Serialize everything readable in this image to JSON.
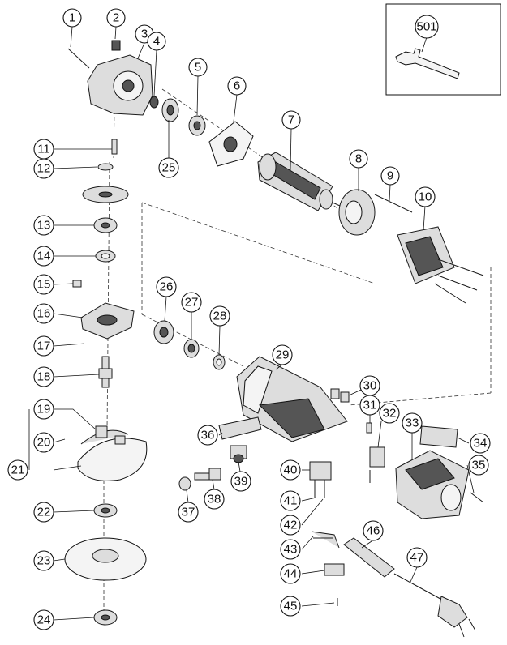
{
  "labels": [
    {
      "id": "1",
      "text": "1"
    },
    {
      "id": "2",
      "text": "2"
    },
    {
      "id": "3",
      "text": "3"
    },
    {
      "id": "4",
      "text": "4"
    },
    {
      "id": "5",
      "text": "5"
    },
    {
      "id": "6",
      "text": "6"
    },
    {
      "id": "7",
      "text": "7"
    },
    {
      "id": "8",
      "text": "8"
    },
    {
      "id": "9",
      "text": "9"
    },
    {
      "id": "10",
      "text": "10"
    },
    {
      "id": "11",
      "text": "11"
    },
    {
      "id": "12",
      "text": "12"
    },
    {
      "id": "13",
      "text": "13"
    },
    {
      "id": "14",
      "text": "14"
    },
    {
      "id": "15",
      "text": "15"
    },
    {
      "id": "16",
      "text": "16"
    },
    {
      "id": "17",
      "text": "17"
    },
    {
      "id": "18",
      "text": "18"
    },
    {
      "id": "19",
      "text": "19"
    },
    {
      "id": "20",
      "text": "20"
    },
    {
      "id": "21",
      "text": "21"
    },
    {
      "id": "22",
      "text": "22"
    },
    {
      "id": "23",
      "text": "23"
    },
    {
      "id": "24",
      "text": "24"
    },
    {
      "id": "25",
      "text": "25"
    },
    {
      "id": "26",
      "text": "26"
    },
    {
      "id": "27",
      "text": "27"
    },
    {
      "id": "28",
      "text": "28"
    },
    {
      "id": "29",
      "text": "29"
    },
    {
      "id": "30",
      "text": "30"
    },
    {
      "id": "31",
      "text": "31"
    },
    {
      "id": "32",
      "text": "32"
    },
    {
      "id": "33",
      "text": "33"
    },
    {
      "id": "34",
      "text": "34"
    },
    {
      "id": "35",
      "text": "35"
    },
    {
      "id": "36",
      "text": "36"
    },
    {
      "id": "37",
      "text": "37"
    },
    {
      "id": "38",
      "text": "38"
    },
    {
      "id": "39",
      "text": "39"
    },
    {
      "id": "40",
      "text": "40"
    },
    {
      "id": "41",
      "text": "41"
    },
    {
      "id": "42",
      "text": "42"
    },
    {
      "id": "43",
      "text": "43"
    },
    {
      "id": "44",
      "text": "44"
    },
    {
      "id": "45",
      "text": "45"
    },
    {
      "id": "46",
      "text": "46"
    },
    {
      "id": "47",
      "text": "47"
    },
    {
      "id": "501",
      "text": "501"
    }
  ]
}
